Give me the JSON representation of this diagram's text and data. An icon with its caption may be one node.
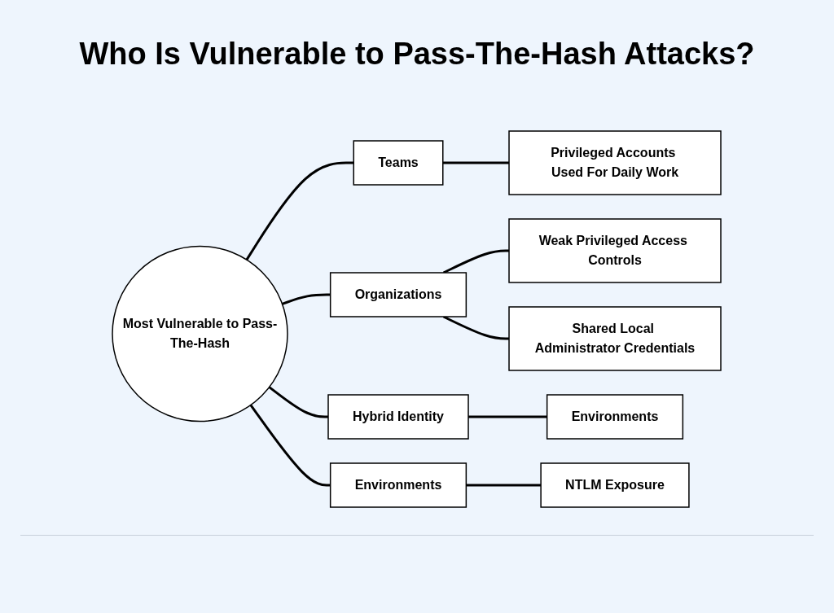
{
  "diagram": {
    "title": "Who Is Vulnerable to Pass-The-Hash Attacks?",
    "nodes": [
      {
        "text": [
          "Most Vulnerable to Pass-The-Hash"
        ]
      },
      {
        "text": [
          "Privileged Accounts Used For Daily Work"
        ]
      },
      {
        "text": [
          "Teams"
        ]
      },
      {
        "text": [
          "Weak Privileged Access Controls"
        ]
      },
      {
        "text": [
          "Organizations"
        ]
      },
      {
        "text": [
          "Hybrid Identity"
        ]
      },
      {
        "text": [
          "Environments"
        ]
      },
      {
        "text": [
          "Shared Local Administrator Credentials"
        ]
      },
      {
        "text": [
          "Environments"
        ]
      },
      {
        "text": [
          "NTLM Exposure"
        ]
      }
    ],
    "edges": [
      {
        "from": 0,
        "to": 2,
        "arrow": "none"
      },
      {
        "from": 2,
        "to": 1,
        "arrow": "none"
      },
      {
        "from": 0,
        "to": 4,
        "arrow": "none"
      },
      {
        "from": 4,
        "to": 3,
        "arrow": "none"
      },
      {
        "from": 4,
        "to": 7,
        "arrow": "none"
      },
      {
        "from": 0,
        "to": 5,
        "arrow": "none"
      },
      {
        "from": 5,
        "to": 6,
        "arrow": "none"
      },
      {
        "from": 0,
        "to": 8,
        "arrow": "none"
      },
      {
        "from": 8,
        "to": 9,
        "arrow": "none"
      }
    ]
  }
}
